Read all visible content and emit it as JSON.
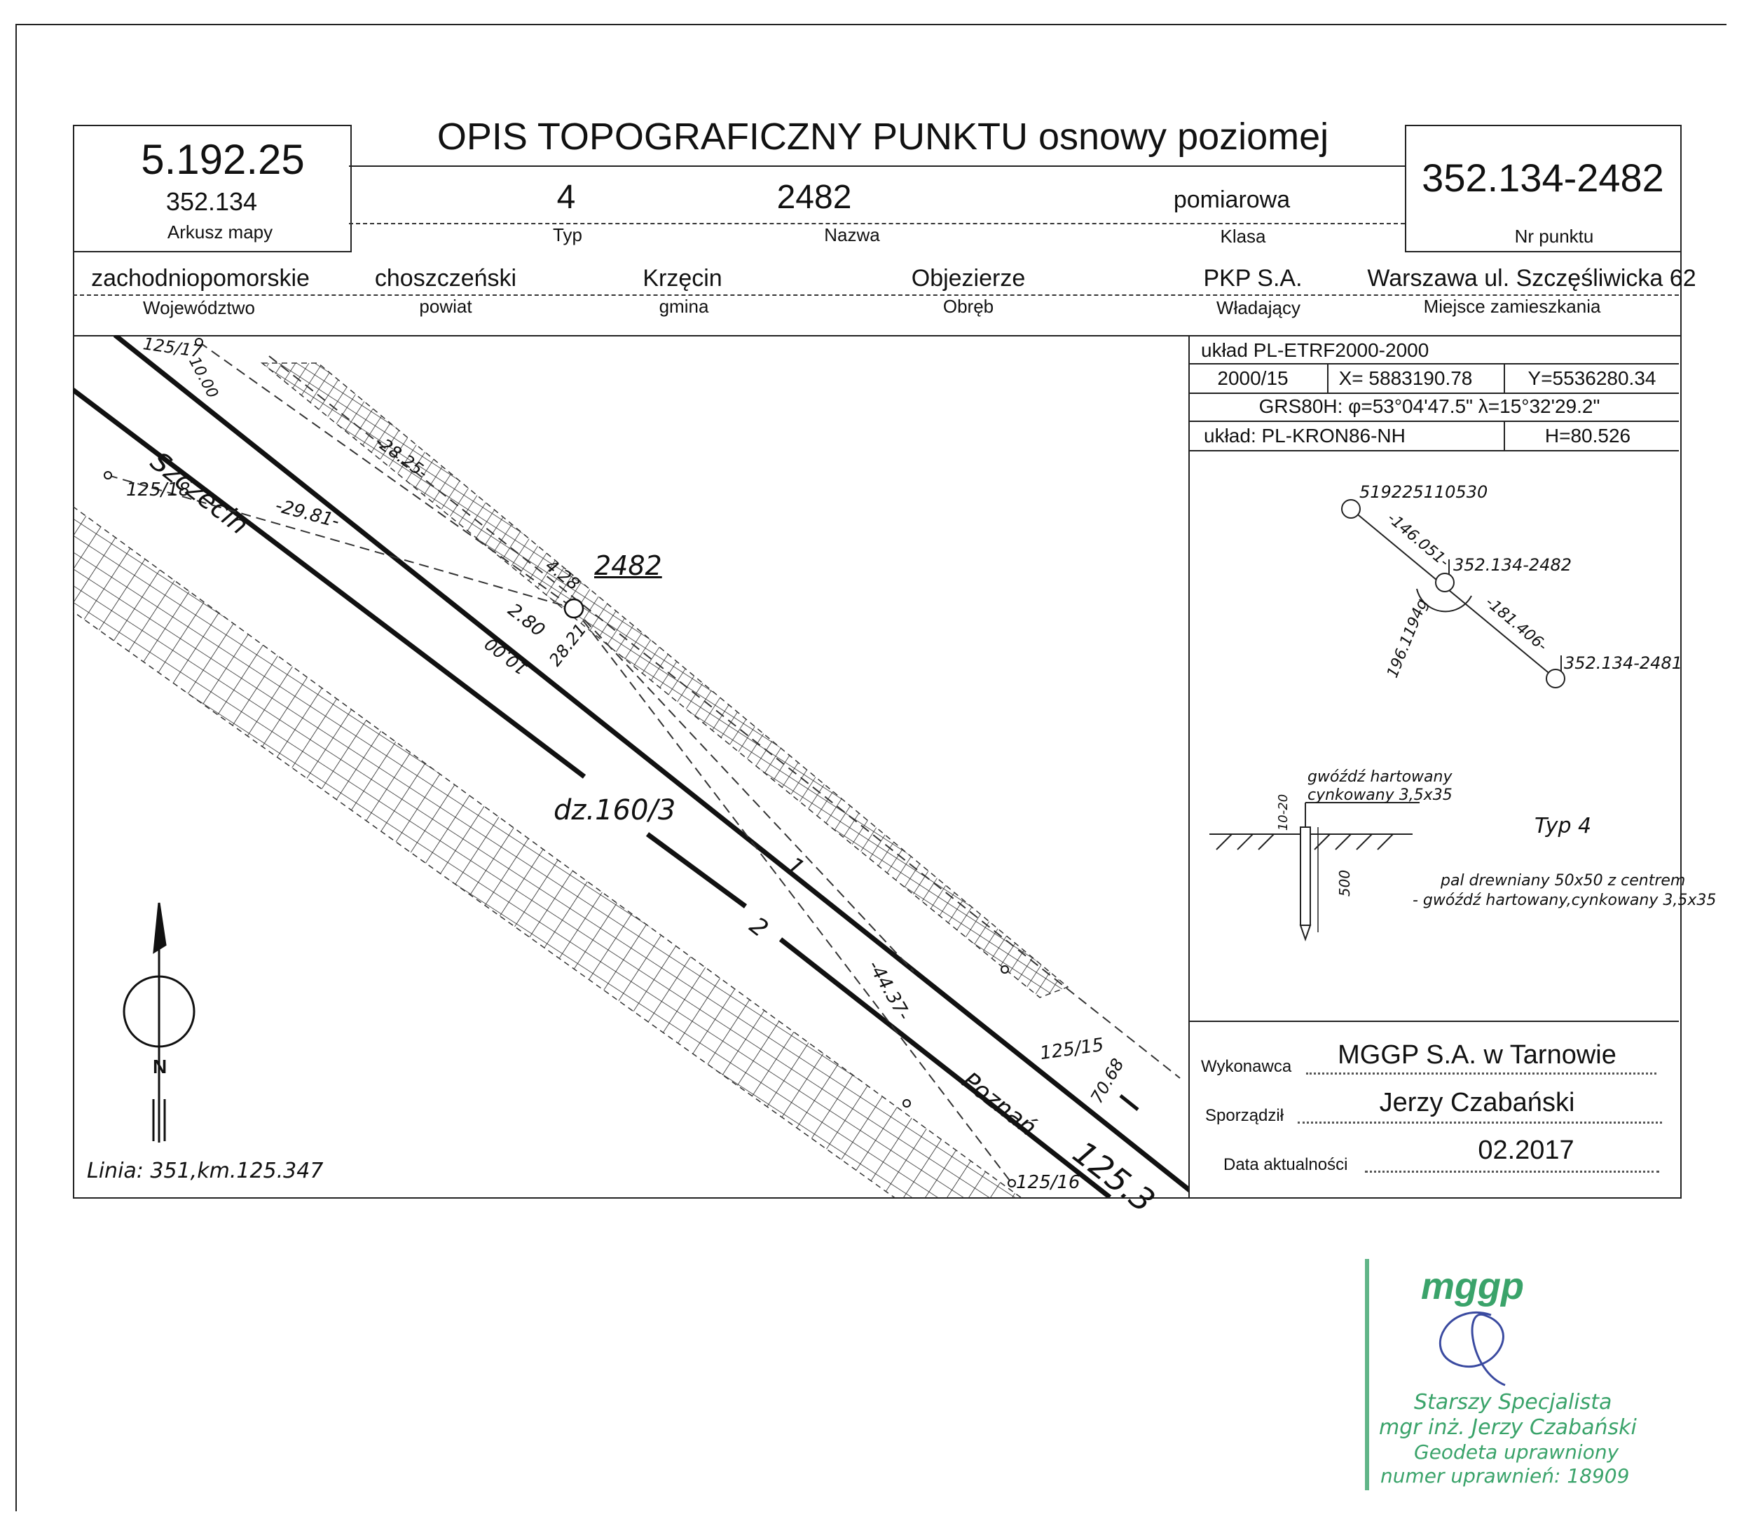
{
  "header": {
    "title": "OPIS TOPOGRAFICZNY PUNKTU osnowy poziomej",
    "map_sheet_code": "5.192.25",
    "map_sheet_number": "352.134",
    "map_sheet_label": "Arkusz mapy",
    "type_value": "4",
    "type_label": "Typ",
    "name_value": "2482",
    "name_label": "Nazwa",
    "class_value": "pomiarowa",
    "class_label": "Klasa",
    "point_number": "352.134-2482",
    "point_number_label": "Nr punktu"
  },
  "location": {
    "voivodeship": "zachodniopomorskie",
    "voivodeship_label": "Województwo",
    "county": "choszczeński",
    "county_label": "powiat",
    "commune": "Krzęcin",
    "commune_label": "gmina",
    "precinct": "Objezierze",
    "precinct_label": "Obręb",
    "owner": "PKP S.A.",
    "owner_label": "Władający",
    "residence": "Warszawa ul. Szczęśliwicka 62",
    "residence_label": "Miejsce zamieszkania"
  },
  "coordinates": {
    "system": "układ PL-ETRF2000-2000",
    "zone": "2000/15",
    "x": "X= 5883190.78",
    "y": "Y=5536280.34",
    "grs": "GRS80H: φ=53°04'47.5\" λ=15°32'29.2\"",
    "height_system": "układ: PL-KRON86-NH",
    "height": "H=80.526"
  },
  "sketch": {
    "point_label": "2482",
    "parcel": "dz.160/3",
    "track1": "1",
    "track2": "2",
    "km_marker": "125.3",
    "szczecin": "Szczecin",
    "poznan": "Poznań",
    "line_info": "Linia: 351,km.125.347",
    "p125_17": "125/17",
    "p125_18": "125/18",
    "p125_15": "125/15",
    "p125_16": "125/16",
    "d_1000a": "10.00",
    "d_2825": "-28.25-",
    "d_2981": "-29.81-",
    "d_428": "4.28",
    "d_280": "2.80",
    "d_2821": "28.21",
    "d_1000b": "10.00",
    "d_4437": "-44.37-",
    "d_7068": "70.68",
    "north": "N"
  },
  "orientation": {
    "p1": "519225110530",
    "p1_dist": "-146.051-",
    "p2": "352.134-2482",
    "p3": "352.134-2481",
    "p3_dist": "-181.406-",
    "angle": "196.1194g"
  },
  "marker": {
    "nail": "gwóźdź hartowany",
    "nail2": "cynkowany 3,5x35",
    "depth": "10-20",
    "length": "500",
    "type": "Typ 4",
    "desc1": "pal drewniany 50x50 z centrem",
    "desc2": "- gwóźdź hartowany,cynkowany 3,5x35"
  },
  "footer": {
    "contractor_label": "Wykonawca",
    "contractor": "MGGP S.A.  w Tarnowie",
    "author_label": "Sporządził",
    "author": "Jerzy Czabański",
    "date_label": "Data aktualności",
    "date": "02.2017"
  },
  "stamp": {
    "logo": "mggp",
    "line1": "Starszy Specjalista",
    "line2": "mgr inż. Jerzy Czabański",
    "line3": "Geodeta uprawniony",
    "line4": "numer uprawnień: 18909",
    "color": "#3aa36a"
  }
}
